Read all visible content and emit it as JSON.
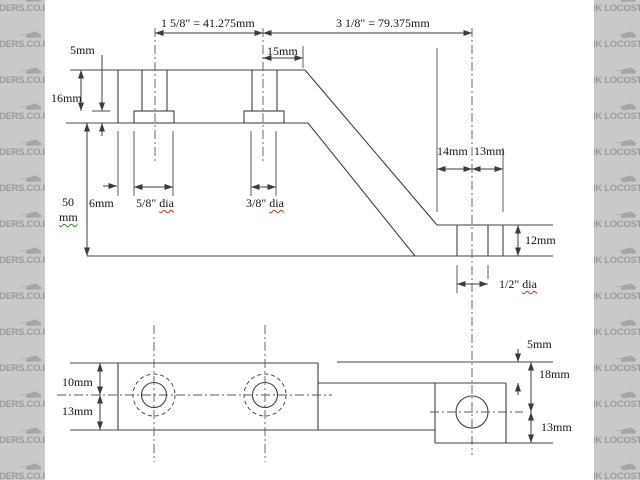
{
  "watermark": {
    "left_text": "DERS.CO.UK",
    "right_text": "IK LOCOST"
  },
  "side_view": {
    "dim_span_left": "1 5/8\" = 41.275mm",
    "dim_span_right": "3 1/8\" = 79.375mm",
    "dim_15": "15mm",
    "dim_5": "5mm",
    "dim_16": "16mm",
    "dim_50_line1": "50",
    "dim_50_line2": "mm",
    "dim_6": "6mm",
    "dim_58_prefix": "5/8\" ",
    "dim_58_word": "dia",
    "dim_38_prefix": "3/8\" ",
    "dim_38_word": "dia",
    "dim_14": "14mm",
    "dim_13": "13mm",
    "dim_12": "12mm",
    "dim_half_prefix": "1/2\" ",
    "dim_half_word": "dia"
  },
  "plan_view": {
    "dim_10": "10mm",
    "dim_13_left": "13mm",
    "dim_5": "5mm",
    "dim_18": "18mm",
    "dim_13_right": "13mm"
  },
  "colors": {
    "line": "#404040",
    "centerline": "#5a5a5a",
    "text": "#141414",
    "watermark_bg": "#c9c9c9",
    "watermark_text": "#9c9c9c",
    "squiggle_red": "#cc2a2a",
    "squiggle_green": "#2e8b2e"
  }
}
